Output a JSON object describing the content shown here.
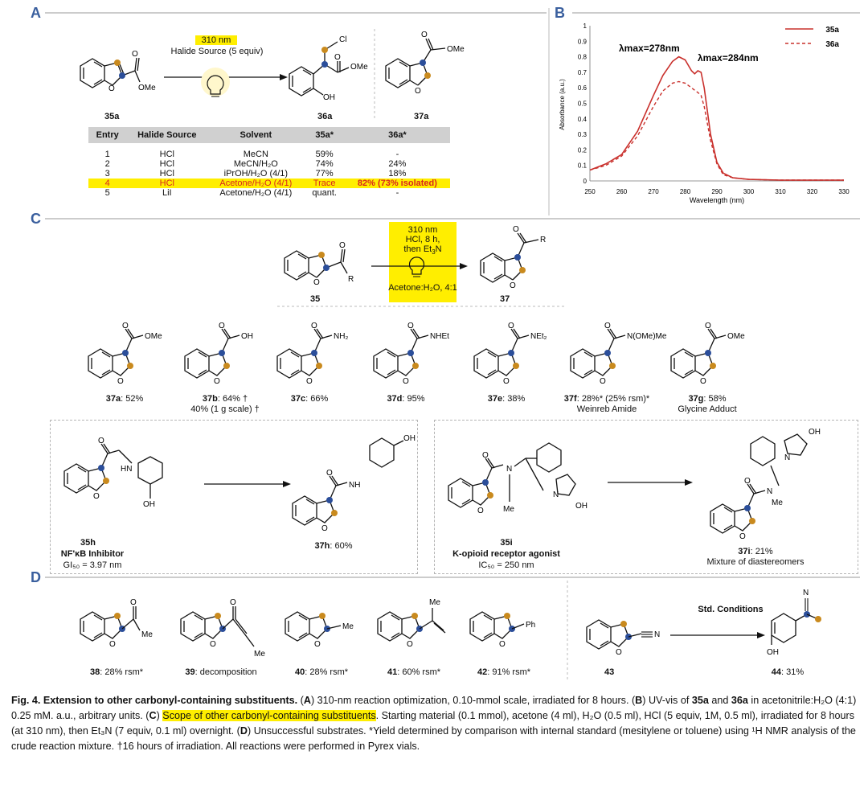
{
  "panels": {
    "a": "A",
    "b": "B",
    "c": "C",
    "d": "D"
  },
  "panelA": {
    "condition_wavelength": "310 nm",
    "condition_halide": "Halide Source (5 equiv)",
    "labels": {
      "sm": "35a",
      "p1": "36a",
      "p2": "37a"
    },
    "atoms": {
      "cl": "Cl",
      "ome1": "OMe",
      "ome2": "OMe",
      "ome3": "OMe",
      "oh": "OH",
      "o": "O"
    },
    "table": {
      "headers": [
        "Entry",
        "Halide Source",
        "Solvent",
        "35a*",
        "36a*"
      ],
      "rows": [
        [
          "1",
          "HCl",
          "MeCN",
          "59%",
          "-"
        ],
        [
          "2",
          "HCl",
          "MeCN/H₂O",
          "74%",
          "24%"
        ],
        [
          "3",
          "HCl",
          "iPrOH/H₂O (4/1)",
          "77%",
          "18%"
        ],
        [
          "4",
          "HCl",
          "Acetone/H₂O (4/1)",
          "Trace",
          "82% (73% isolated)"
        ],
        [
          "5",
          "LiI",
          "Acetone/H₂O (4/1)",
          "quant.",
          "-"
        ]
      ]
    }
  },
  "chart_data": {
    "type": "line",
    "xlabel": "Wavelength (nm)",
    "ylabel": "Absorbance (a.u.)",
    "xlim": [
      250,
      330
    ],
    "ylim": [
      0,
      1
    ],
    "xticks": [
      250,
      260,
      270,
      280,
      290,
      300,
      310,
      320,
      330
    ],
    "yticks": [
      0,
      0.1,
      0.2,
      0.3,
      0.4,
      0.5,
      0.6,
      0.7,
      0.8,
      0.9,
      1
    ],
    "legend_position": "top-right",
    "annotations": [
      "λmax=278nm",
      "λmax=284nm"
    ],
    "series": [
      {
        "name": "35a",
        "style": "solid",
        "color": "#c9302c",
        "x": [
          250,
          255,
          260,
          265,
          270,
          273,
          276,
          278,
          280,
          282,
          283,
          284,
          285,
          286,
          288,
          290,
          292,
          295,
          300,
          310,
          320,
          330
        ],
        "y": [
          0.07,
          0.11,
          0.17,
          0.32,
          0.55,
          0.68,
          0.77,
          0.8,
          0.78,
          0.71,
          0.69,
          0.71,
          0.7,
          0.6,
          0.3,
          0.12,
          0.05,
          0.02,
          0.01,
          0.005,
          0.005,
          0.005
        ]
      },
      {
        "name": "36a",
        "style": "dashed",
        "color": "#c9302c",
        "x": [
          250,
          255,
          260,
          265,
          270,
          273,
          276,
          278,
          280,
          282,
          284,
          285,
          286,
          288,
          290,
          292,
          295,
          300,
          310,
          320,
          330
        ],
        "y": [
          0.07,
          0.1,
          0.16,
          0.29,
          0.48,
          0.58,
          0.63,
          0.64,
          0.63,
          0.6,
          0.57,
          0.55,
          0.48,
          0.26,
          0.11,
          0.04,
          0.02,
          0.01,
          0.005,
          0.005,
          0.005
        ]
      }
    ]
  },
  "panelC": {
    "cond_line1": "310 nm",
    "cond_line2": "HCl, 8 h,",
    "cond_line3": "then Et",
    "cond_line3_sub": "3",
    "cond_line3_tail": "N",
    "cond_bottom": "Acetone:H₂O, 4:1",
    "sm_label": "35",
    "prod_label": "37",
    "r1": "R",
    "r2": "R",
    "products": [
      {
        "id": "37a",
        "result": ": 52%",
        "group": "OMe"
      },
      {
        "id": "37b",
        "result": ": 64% †",
        "extra": "40% (1 g scale) †",
        "group": "OH"
      },
      {
        "id": "37c",
        "result": ": 66%",
        "group": "NH₂"
      },
      {
        "id": "37d",
        "result": ": 95%",
        "group": "NHEt"
      },
      {
        "id": "37e",
        "result": ": 38%",
        "group": "NEt₂"
      },
      {
        "id": "37f",
        "result": ": 28%* (25% rsm)*",
        "extra": "Weinreb Amide",
        "group": "N(OMe)Me"
      },
      {
        "id": "37g",
        "result": ": 58%",
        "extra": "Glycine Adduct",
        "group": "OMe"
      }
    ],
    "box1": {
      "sm_label": "35h",
      "sm_name": "NF'κB Inhibitor",
      "sm_potency": "GI₅₀ = 3.97 nm",
      "prod_label": "37h",
      "prod_result": ": 60%"
    },
    "box2": {
      "sm_label": "35i",
      "sm_name": "K-opioid receptor agonist",
      "sm_potency": "IC₅₀ = 250 nm",
      "prod_label": "37i",
      "prod_result": ": 21%",
      "prod_extra": "Mixture of diastereomers"
    }
  },
  "panelD": {
    "items": [
      {
        "id": "38",
        "result": ": 28% rsm*",
        "group": "Me"
      },
      {
        "id": "39",
        "result": ": decomposition",
        "group": "Me"
      },
      {
        "id": "40",
        "result": ": 28% rsm*",
        "group": "Me"
      },
      {
        "id": "41",
        "result": ": 60% rsm*",
        "group": "Me"
      },
      {
        "id": "42",
        "result": ": 91% rsm*",
        "group": "Ph"
      }
    ],
    "sm": "43",
    "arrow_label": "Std. Conditions",
    "prod": "44",
    "prod_result": ": 31%"
  },
  "caption": {
    "lead": "Fig. 4. Extension to other carbonyl-containing substituents.",
    "t1": " (",
    "a": "A",
    "t2": ") 310-nm reaction optimization, 0.10-mmol scale, irradiated for 8 hours. (",
    "b": "B",
    "t3": ") UV-vis of ",
    "c35a": "35a",
    "t4": " and ",
    "c36a": "36a",
    "t5": " in acetonitrile:H₂O (4:1) 0.25 mM. a.u., arbitrary units. (",
    "c": "C",
    "t6": ") ",
    "scope": "Scope of other carbonyl-containing substituents",
    "t7": ". Starting material (0.1 mmol), acetone (4 ml), H₂O (0.5 ml), HCl (5 equiv, 1M, 0.5 ml), irradiated for 8 hours (at 310 nm), then Et₃N (7 equiv, 0.1 ml) overnight. (",
    "d": "D",
    "t8": ") Unsuccessful substrates. *Yield determined by comparison with internal standard (mesitylene or toluene) using ¹H NMR analysis of the crude reaction mixture. †16 hours of irradiation. All reactions were performed in Pyrex vials."
  }
}
